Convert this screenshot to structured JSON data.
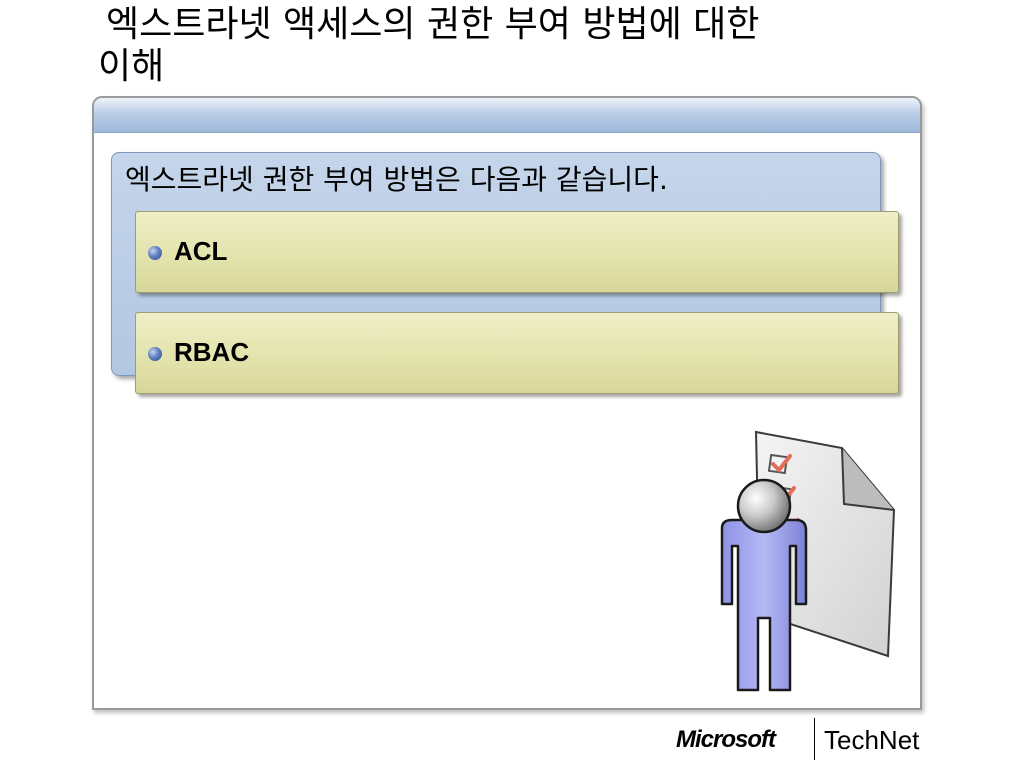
{
  "slide": {
    "title_line1": "엑스트라넷 액세스의 권한 부여 방법에 대한",
    "title_line2": "이해",
    "content": {
      "heading": "엑스트라넷 권한 부여 방법은 다음과 같습니다.",
      "items": [
        {
          "label": "ACL"
        },
        {
          "label": "RBAC"
        }
      ]
    },
    "illustration": {
      "icon": "person-checklist-icon"
    }
  },
  "footer": {
    "brand": "Microsoft",
    "product": "TechNet"
  },
  "colors": {
    "header_band": "#b9cde6",
    "group_box": "#c5d5ea",
    "item_box": "#e3e3ad",
    "person": "#a3a8f0"
  }
}
